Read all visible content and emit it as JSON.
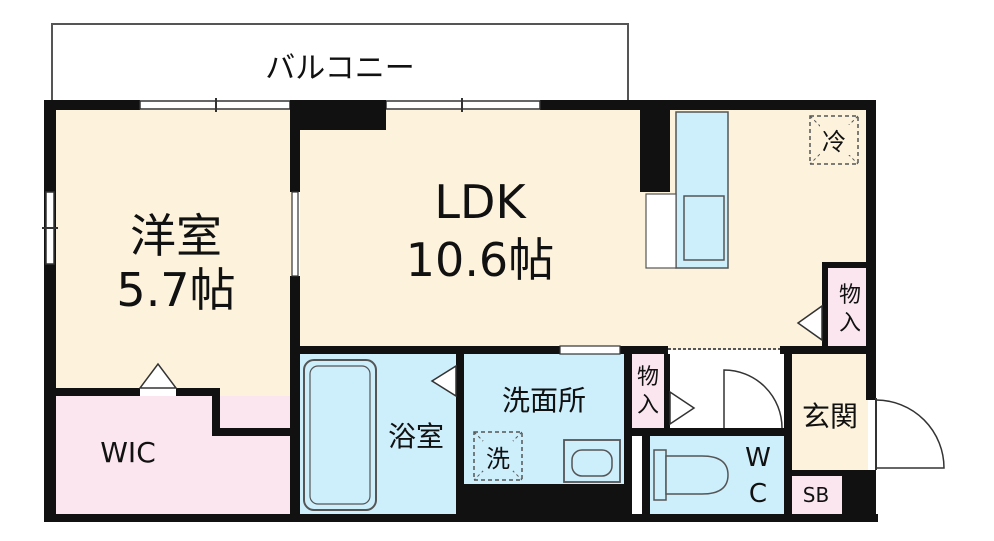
{
  "rooms": {
    "balcony": "バルコニー",
    "western_room": {
      "name": "洋室",
      "size": "5.7帖"
    },
    "ldk": {
      "name": "LDK",
      "size": "10.6帖"
    },
    "wic": "WIC",
    "bathroom": "浴室",
    "washroom": "洗面所",
    "laundry": "洗",
    "fridge": "冷",
    "storage": "物入",
    "entrance": "玄関",
    "toilet": [
      "W",
      "C"
    ],
    "shoe_box": "SB"
  },
  "colors": {
    "room_beige": "#fdf3dd",
    "wic_pink": "#fbe6ef",
    "wet_blue": "#cdeefb",
    "wall": "#111111"
  }
}
